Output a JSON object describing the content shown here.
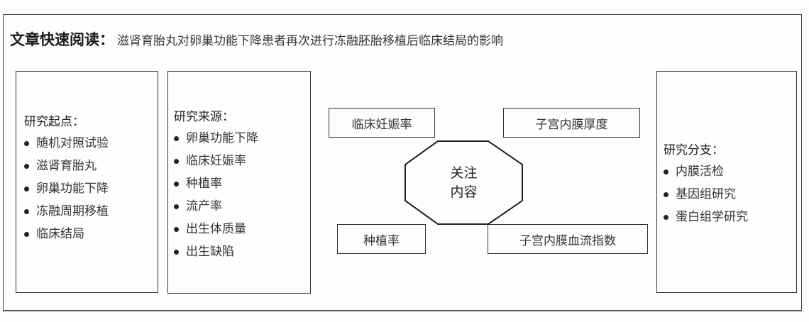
{
  "header": {
    "label": "文章快速阅读：",
    "title": "滋肾育胎丸对卵巢功能下降患者再次进行冻融胚胎移植后临床结局的影响"
  },
  "panels": {
    "starting_point": {
      "heading": "研究起点：",
      "items": [
        "随机对照试验",
        "滋肾育胎丸",
        "卵巢功能下降",
        "冻融周期移植",
        "临床结局"
      ]
    },
    "sources": {
      "heading": "研究来源：",
      "items": [
        "卵巢功能下降",
        "临床妊娠率",
        "种植率",
        "流产率",
        "出生体质量",
        "出生缺陷"
      ]
    },
    "branches": {
      "heading": "研究分支：",
      "items": [
        "内膜活检",
        "基因组研究",
        "蛋白组学研究"
      ]
    }
  },
  "focus": {
    "center_line1": "关注",
    "center_line2": "内容",
    "tags": {
      "top_left": "临床妊娠率",
      "top_right": "子宫内膜厚度",
      "bottom_left": "种植率",
      "bottom_right": "子宫内膜血流指数"
    }
  },
  "colors": {
    "border": "#333333",
    "background": "#fdfeff",
    "text": "#222222"
  }
}
